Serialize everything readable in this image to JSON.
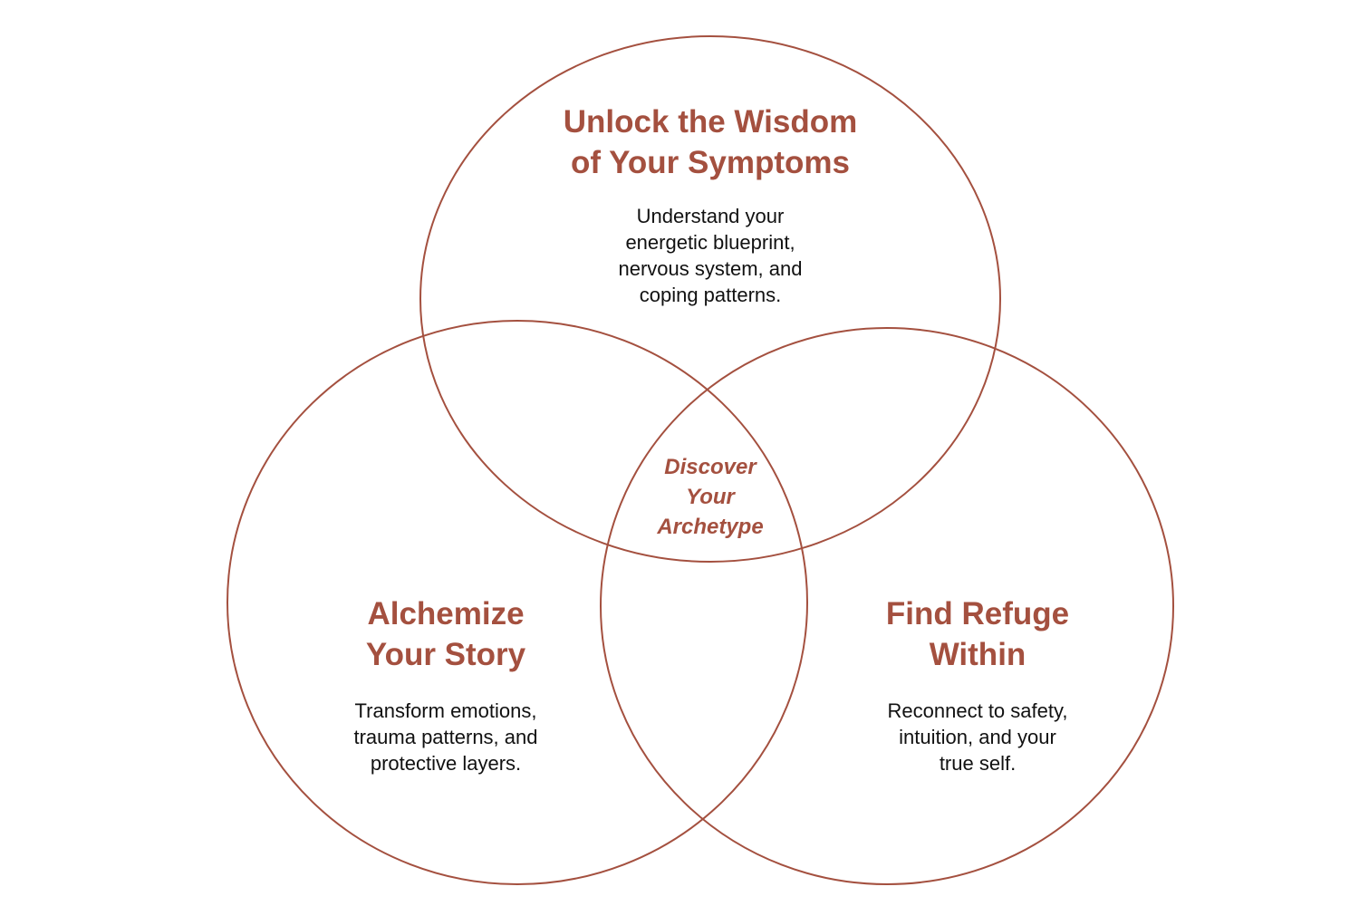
{
  "colors": {
    "accent": "#A4503F",
    "text": "#111111",
    "background": "#FFFFFF"
  },
  "circles": {
    "top": {
      "title": "Unlock the Wisdom\nof Your Symptoms",
      "body": "Understand your\nenergetic blueprint,\nnervous system, and\ncoping patterns."
    },
    "left": {
      "title": "Alchemize\nYour Story",
      "body": "Transform emotions,\ntrauma patterns, and\nprotective layers."
    },
    "right": {
      "title": "Find Refuge\nWithin",
      "body": "Reconnect to safety,\nintuition, and your\ntrue self."
    }
  },
  "center": {
    "label": "Discover\nYour\nArchetype"
  }
}
